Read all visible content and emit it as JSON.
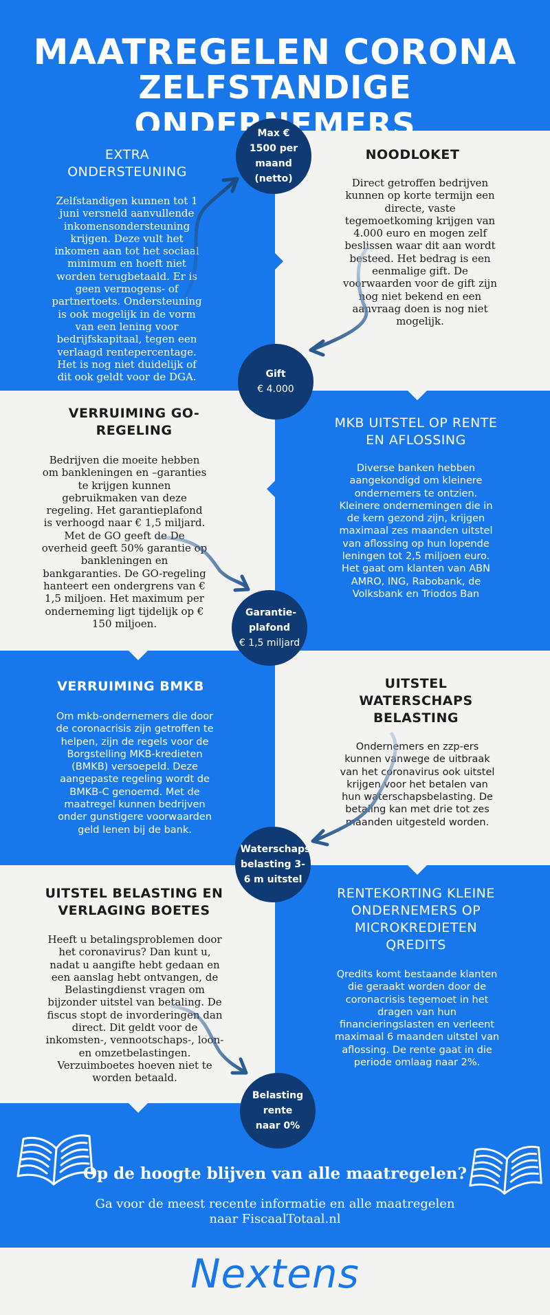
{
  "header": {
    "title_line1": "MAATREGELEN CORONA",
    "title_line2": "ZELFSTANDIGE ONDERNEMERS"
  },
  "sections": [
    {
      "title": "EXTRA ONDERSTEUNING",
      "body": "Zelfstandigen kunnen tot 1 juni versneld aanvullende inkomensondersteuning krijgen. Deze vult het inkomen aan tot het sociaal minimum en hoeft niet worden terugbetaald. Er is geen vermogens- of partnertoets. Ondersteuning is ook mogelijk in de vorm van een lening voor bedrijfskapitaal, tegen een verlaagd rentepercentage. Het is nog niet duidelijk of dit ook geldt voor de DGA."
    },
    {
      "title": "NOODLOKET",
      "body": "Direct getroffen bedrijven kunnen op korte termijn een directe, vaste tegemoetkoming krijgen van 4.000 euro en mogen zelf beslissen waar dit aan wordt besteed. Het bedrag is een eenmalige gift. De voorwaarden voor de gift zijn nog niet bekend en een aanvraag doen is nog niet mogelijk."
    },
    {
      "title": "VERRUIMING GO-REGELING",
      "body": "Bedrijven die moeite hebben om bankleningen en –garanties te krijgen kunnen gebruikmaken van deze regeling. Het garantieplafond is verhoogd  naar € 1,5 miljard. Met de GO geeft de De overheid geeft 50% garantie op bankleningen en bankgaranties. De GO-regeling hanteert een ondergrens van € 1,5 miljoen. Het maximum per onderneming ligt tijdelijk op € 150 miljoen."
    },
    {
      "title": "MKB UITSTEL OP RENTE EN AFLOSSING",
      "body": "Diverse banken hebben aangekondigd om kleinere ondernemers te ontzien. Kleinere ondernemingen die in de kern gezond zijn, krijgen maximaal zes maanden uitstel van aflossing op hun lopende leningen tot 2,5 miljoen euro. Het gaat om klanten van ABN AMRO, ING, Rabobank, de Volksbank en Triodos Ban"
    },
    {
      "title": "VERRUIMING BMKB",
      "body": "Om mkb-ondernemers die door de coronacrisis zijn getroffen te helpen, zijn de regels voor de Borgstelling MKB-kredieten (BMKB) versoepeld. Deze aangepaste regeling wordt de BMKB-C genoemd. Met de maatregel kunnen bedrijven onder gunstigere voorwaarden geld lenen bij de bank."
    },
    {
      "title": "UITSTEL WATERSCHAPS BELASTING",
      "body": "Ondernemers en zzp-ers kunnen vanwege de uitbraak van het coronavirus ook uitstel krijgen voor het betalen van hun waterschapsbelasting. De betaling kan met drie tot zes maanden uitgesteld worden."
    },
    {
      "title": "UITSTEL BELASTING EN VERLAGING BOETES",
      "body": "Heeft u betalingsproblemen door het coronavirus? Dan kunt u, nadat u aangifte hebt gedaan en een aanslag hebt ontvangen, de Belastingdienst vragen om bijzonder uitstel van betaling. De fiscus  stopt de invorderingen dan direct. Dit geldt voor de inkomsten-, vennootschaps-, loon- en omzetbelastingen. Verzuimboetes hoeven niet te worden betaald."
    },
    {
      "title": "RENTEKORTING KLEINE ONDERNEMERS OP MICROKREDIETEN QREDITS",
      "body": "Qredits komt bestaande klanten die geraakt worden door de coronacrisis tegemoet in het dragen van hun financieringslasten en verleent maximaal 6 maanden uitstel van aflossing. De rente gaat in die periode omlaag naar 2%."
    }
  ],
  "badges": [
    {
      "bold": "Max € 1500 per maand (netto)",
      "normal": ""
    },
    {
      "bold": "Gift",
      "normal": "€ 4.000"
    },
    {
      "bold": "Garantie-plafond",
      "normal": "€ 1,5 miljard"
    },
    {
      "bold": "Waterschaps belasting 3-6 m uitstel",
      "normal": ""
    },
    {
      "bold": "Belasting rente naar 0%",
      "normal": ""
    }
  ],
  "footer": {
    "title": "Op de hoogte blijven van alle maatregelen?",
    "subtitle": "Ga voor de meest recente informatie en alle maatregelen naar FiscaalTotaal.nl",
    "icons": [
      "open-book-icon",
      "open-book-icon"
    ]
  },
  "brand": {
    "name": "Nextens"
  },
  "colors": {
    "blue": "#1877ea",
    "navy": "#0f3a73",
    "grey": "#f3f3f1",
    "arrow": "#2b5b8f"
  }
}
